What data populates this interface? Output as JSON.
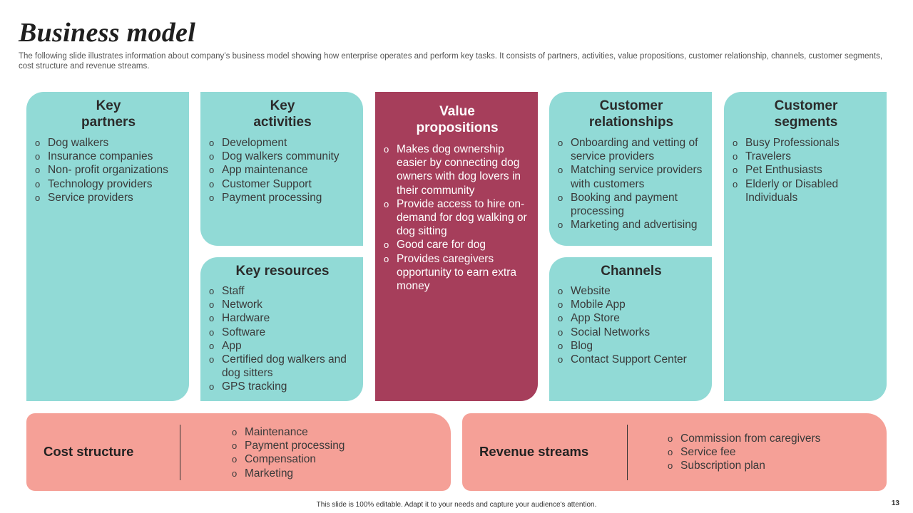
{
  "title": "Business model",
  "subtitle": "The following slide illustrates information about company’s business model showing how enterprise operates and perform key tasks. It consists of partners, activities, value propositions, customer relationship, channels, customer segments, cost structure and revenue streams.",
  "bullet_glyph": "o",
  "colors": {
    "teal": "#91dad6",
    "crimson": "#a63e5b",
    "salmon": "#f5a097"
  },
  "key_partners": {
    "heading": "Key\npartners",
    "items": [
      "Dog walkers",
      "Insurance  companies",
      "Non- profit organizations",
      "Technology  providers",
      "Service providers"
    ]
  },
  "key_activities": {
    "heading": "Key\nactivities",
    "items": [
      "Development",
      "Dog walkers community",
      "App maintenance",
      "Customer Support",
      "Payment processing"
    ]
  },
  "key_resources": {
    "heading": "Key resources",
    "items": [
      "Staff",
      "Network",
      "Hardware",
      "Software",
      "App",
      "Certified dog walkers and dog sitters",
      " GPS tracking"
    ]
  },
  "value_propositions": {
    "heading": "Value\npropositions",
    "items": [
      "Makes dog ownership easier by connecting dog owners with dog lovers in their community",
      "Provide access to hire on-demand for dog walking or dog sitting",
      "Good care for dog",
      "Provides caregivers opportunity to earn extra money"
    ]
  },
  "customer_relationships": {
    "heading": "Customer\nrelationships",
    "items": [
      "Onboarding and vetting of service providers",
      "Matching service providers with customers",
      "Booking and payment processing",
      "Marketing and advertising"
    ]
  },
  "channels": {
    "heading": "Channels",
    "items": [
      "Website",
      "Mobile App",
      "App Store",
      "Social Networks",
      "Blog",
      "Contact Support Center"
    ]
  },
  "customer_segments": {
    "heading": "Customer\nsegments",
    "items": [
      "Busy Professionals",
      "Travelers",
      "Pet Enthusiasts",
      "Elderly or Disabled Individuals"
    ]
  },
  "cost_structure": {
    "label": "Cost structure",
    "items": [
      "Maintenance",
      "Payment processing",
      "Compensation",
      "Marketing"
    ]
  },
  "revenue_streams": {
    "label": "Revenue streams",
    "items": [
      "Commission from caregivers",
      "Service fee",
      "Subscription plan"
    ]
  },
  "footer": "This slide is 100% editable. Adapt it to your needs and capture your audience's attention.",
  "page_number": "13"
}
